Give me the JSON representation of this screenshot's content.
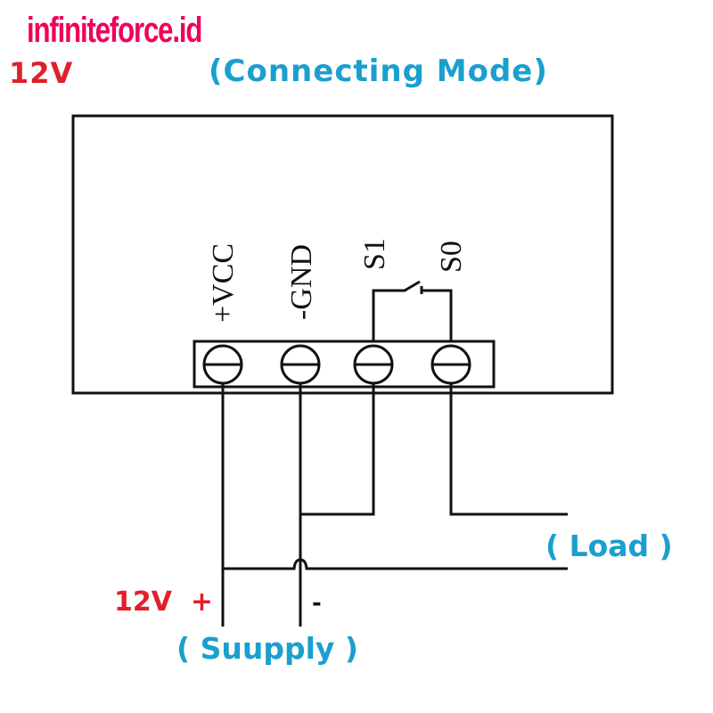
{
  "colors": {
    "brand": "#f0005a",
    "voltage_red": "#e0202a",
    "label_blue": "#1a9fcf",
    "wire": "#111111"
  },
  "watermark": "infiniteforce.id",
  "header": {
    "voltage": "12V",
    "title": "(Connecting  Mode)"
  },
  "terminals": [
    {
      "id": "vcc",
      "label": "+VCC"
    },
    {
      "id": "gnd",
      "label": "-GND"
    },
    {
      "id": "s1",
      "label": "S1"
    },
    {
      "id": "s0",
      "label": "S0"
    }
  ],
  "switch": {
    "between": [
      "S1",
      "S0"
    ],
    "state": "open"
  },
  "load": {
    "label": "( Load )"
  },
  "supply": {
    "voltage": "12V",
    "plus": "+",
    "minus": "-",
    "label": "( Suupply )"
  }
}
